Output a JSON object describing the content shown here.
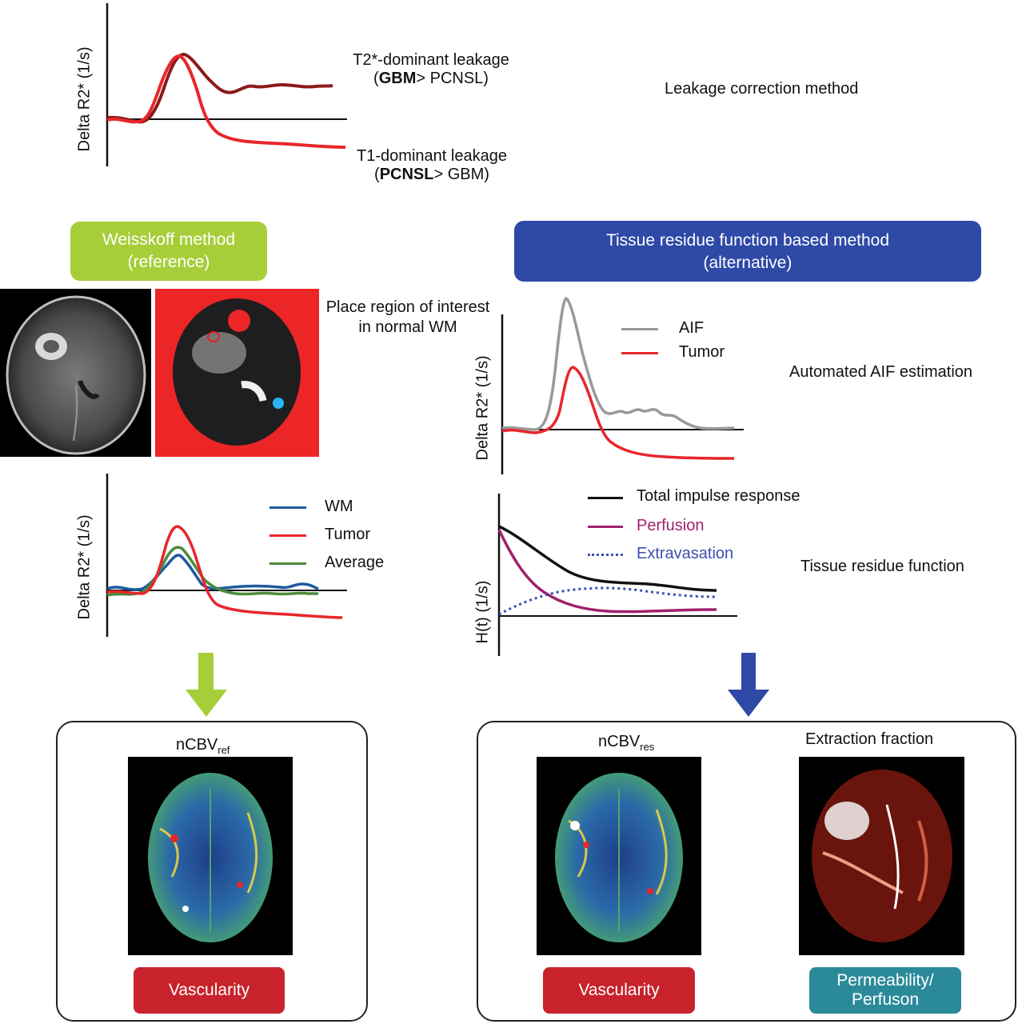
{
  "top_panel": {
    "ylabel": "Delta R2* (1/s)",
    "t2_label_line1": "T2*-dominant leakage",
    "t2_bold": "GBM",
    "t2_rest": "> PCNSL)",
    "t2_open": "(",
    "t1_label_line1": "T1-dominant leakage",
    "t1_open": "(",
    "t1_bold": "PCNSL",
    "t1_rest": "> GBM)",
    "method_title": "Leakage correction method"
  },
  "weisskoff": {
    "pill_line1": "Weisskoff method",
    "pill_line2": "(reference)",
    "roi_text_line1": "Place region of interest",
    "roi_text_line2": "in normal WM",
    "chart_ylabel": "Delta R2* (1/s)",
    "legend": [
      "WM",
      "Tumor",
      "Average"
    ],
    "result_title_main": "nCBV",
    "result_title_sub": "ref",
    "result_badge": "Vascularity"
  },
  "tissue_residue": {
    "pill_line1": "Tissue residue function based method",
    "pill_line2": "(alternative)",
    "aif_ylabel": "Delta R2* (1/s)",
    "aif_legend": [
      "AIF",
      "Tumor"
    ],
    "aif_caption": "Automated AIF estimation",
    "h_ylabel": "H(t) (1/s)",
    "h_legend": [
      "Total impulse response",
      "Perfusion",
      "Extravasation"
    ],
    "h_caption": "Tissue residue function",
    "result1_title_main": "nCBV",
    "result1_title_sub": "res",
    "result1_badge": "Vascularity",
    "result2_title": "Extraction fraction",
    "result2_badge_line1": "Permeability/",
    "result2_badge_line2": "Perfuson"
  },
  "colors": {
    "green_accent": "#a6ce39",
    "blue_accent": "#2e49a6",
    "red_badge": "#c8232c",
    "teal_badge": "#2b8a9a",
    "curve_red": "#e8262b",
    "curve_darkred": "#8b1a1a",
    "curve_wm": "#1f5aa0",
    "curve_average": "#4b8b3b",
    "curve_aif": "#999999",
    "curve_total": "#111111",
    "curve_perfusion": "#a0226e",
    "curve_extravasation": "#3d4fb0"
  }
}
